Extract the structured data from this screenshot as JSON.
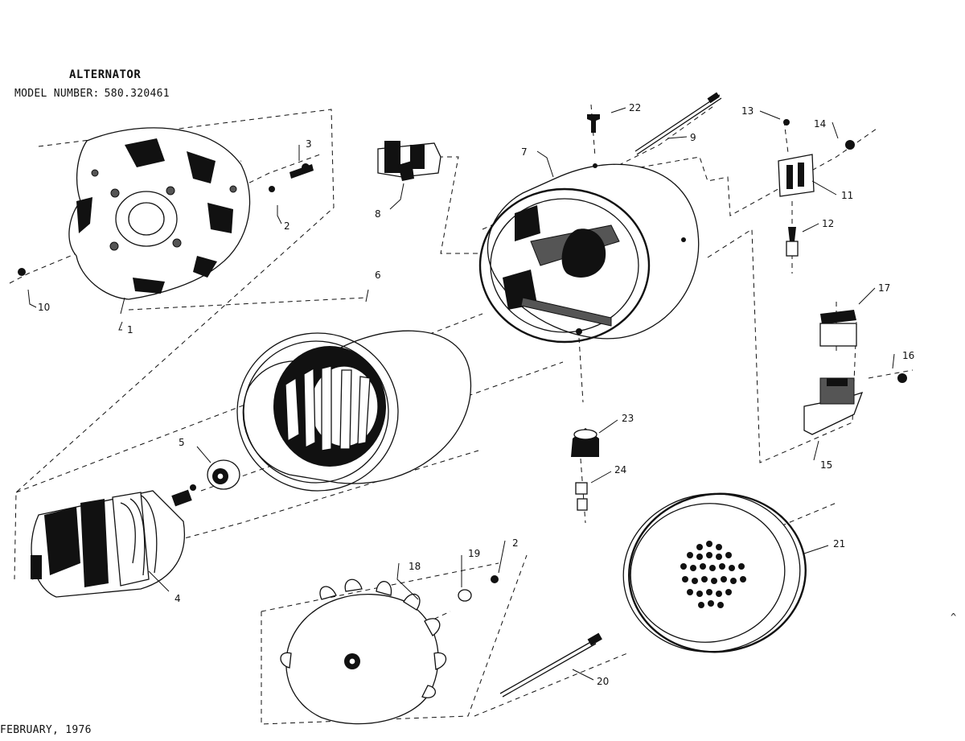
{
  "header": {
    "title": "ALTERNATOR",
    "model_label": "MODEL NUMBER:",
    "model_number": "580.320461"
  },
  "footer": {
    "date": "FEBRUARY, 1976",
    "corner_mark": "^"
  },
  "callouts": {
    "c1": "1",
    "c2a": "2",
    "c2b": "2",
    "c3": "3",
    "c4": "4",
    "c5": "5",
    "c6": "6",
    "c7": "7",
    "c8": "8",
    "c9": "9",
    "c10": "10",
    "c11": "11",
    "c12": "12",
    "c13": "13",
    "c14": "14",
    "c15": "15",
    "c16": "16",
    "c17": "17",
    "c18": "18",
    "c19": "19",
    "c20": "20",
    "c21": "21",
    "c22": "22",
    "c23": "23",
    "c24": "24"
  }
}
